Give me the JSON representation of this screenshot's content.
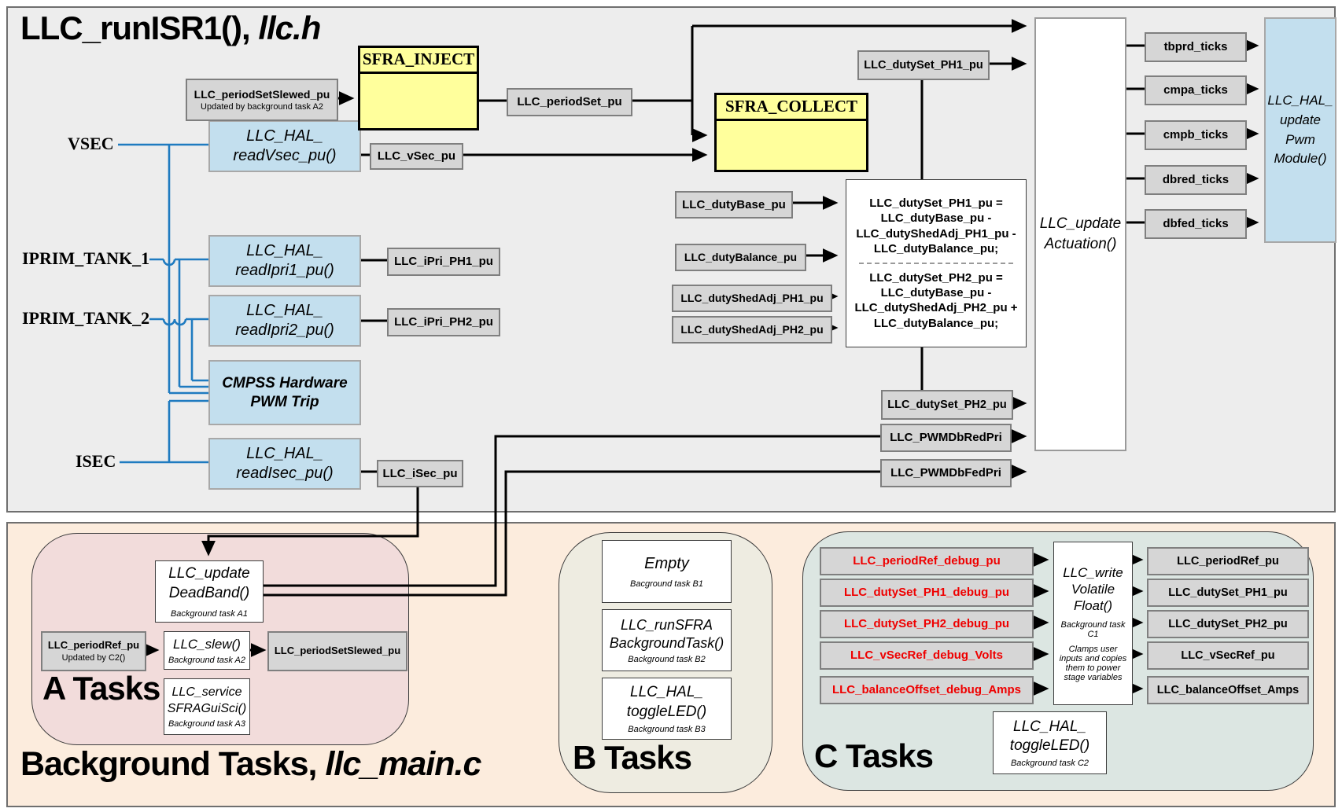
{
  "colors": {
    "wire_blue": "#1f7bc0",
    "wire_black": "#000000",
    "debug_red": "#ef0000",
    "section_top_bg": "#ededed",
    "section_bottom_bg": "#fcecdd",
    "box_blue": "#c3dfee",
    "box_gray": "#d6d6d6",
    "box_yellow": "#ffff9c",
    "tasks_a_bg": "#f2dcdb",
    "tasks_b_bg": "#eeece1",
    "tasks_c_bg": "#dce6e2"
  },
  "isr": {
    "title_main": "LLC_runISR1(), ",
    "title_file": "llc.h",
    "signals": {
      "vsec": "VSEC",
      "iprim_tank_1": "IPRIM_TANK_1",
      "iprim_tank_2": "IPRIM_TANK_2",
      "isec": "ISEC"
    },
    "blocks": {
      "read_vsec": {
        "line1": "LLC_HAL_",
        "line2": "readVsec_pu()"
      },
      "read_ipri1": {
        "line1": "LLC_HAL_",
        "line2": "readIpri1_pu()"
      },
      "read_ipri2": {
        "line1": "LLC_HAL_",
        "line2": "readIpri2_pu()"
      },
      "cmpss": {
        "line1": "CMPSS Hardware",
        "line2": "PWM Trip"
      },
      "read_isec": {
        "line1": "LLC_HAL_",
        "line2": "readIsec_pu()"
      },
      "sfra_inject": "SFRA_INJECT",
      "sfra_collect": "SFRA_COLLECT",
      "update_actuation": {
        "line1": "LLC_update",
        "line2": "Actuation()"
      },
      "update_pwm": {
        "line1": "LLC_HAL_",
        "line2": "update",
        "line3": "Pwm",
        "line4": "Module()"
      }
    },
    "vars": {
      "period_set_slewed": {
        "label": "LLC_periodSetSlewed_pu",
        "note": "Updated by background task A2"
      },
      "vsec_pu": "LLC_vSec_pu",
      "period_set": "LLC_periodSet_pu",
      "ipri_ph1": "LLC_iPri_PH1_pu",
      "ipri_ph2": "LLC_iPri_PH2_pu",
      "isec_pu": "LLC_iSec_pu",
      "duty_set_ph1": "LLC_dutySet_PH1_pu",
      "duty_base": "LLC_dutyBase_pu",
      "duty_balance": "LLC_dutyBalance_pu",
      "duty_shed_ph1": "LLC_dutyShedAdj_PH1_pu",
      "duty_shed_ph2": "LLC_dutyShedAdj_PH2_pu",
      "duty_set_ph2": "LLC_dutySet_PH2_pu",
      "pwm_db_red": "LLC_PWMDbRedPri",
      "pwm_db_fed": "LLC_PWMDbFedPri",
      "ticks": [
        "tbprd_ticks",
        "cmpa_ticks",
        "cmpb_ticks",
        "dbred_ticks",
        "dbfed_ticks"
      ]
    },
    "equations": {
      "ph1": [
        "LLC_dutySet_PH1_pu =",
        "LLC_dutyBase_pu -",
        "LLC_dutyShedAdj_PH1_pu -",
        "LLC_dutyBalance_pu;"
      ],
      "ph2": [
        "LLC_dutySet_PH2_pu =",
        "LLC_dutyBase_pu -",
        "LLC_dutyShedAdj_PH2_pu +",
        "LLC_dutyBalance_pu;"
      ]
    }
  },
  "background": {
    "title_main": "Background Tasks, ",
    "title_file": "llc_main.c",
    "a": {
      "label": "A Tasks",
      "update_deadband": {
        "line1": "LLC_update",
        "line2": "DeadBand()",
        "note": "Background task A1"
      },
      "period_ref": {
        "label": "LLC_periodRef_pu",
        "note": "Updated by C2()"
      },
      "slew": {
        "line1": "LLC_slew()",
        "note": "Background task A2"
      },
      "period_set_slewed": "LLC_periodSetSlewed_pu",
      "service_sfra": {
        "line1": "LLC_service",
        "line2": "SFRAGuiSci()",
        "note": "Background task A3"
      }
    },
    "b": {
      "label": "B Tasks",
      "empty": {
        "line1": "Empty",
        "note": "Bacground task B1"
      },
      "run_sfra": {
        "line1": "LLC_runSFRA",
        "line2": "BackgroundTask()",
        "note": "Background task B2"
      },
      "toggle_led": {
        "line1": "LLC_HAL_",
        "line2": "toggleLED()",
        "note": "Background task B3"
      }
    },
    "c": {
      "label": "C Tasks",
      "inputs": [
        "LLC_periodRef_debug_pu",
        "LLC_dutySet_PH1_debug_pu",
        "LLC_dutySet_PH2_debug_pu",
        "LLC_vSecRef_debug_Volts",
        "LLC_balanceOffset_debug_Amps"
      ],
      "write_volatile": {
        "line1": "LLC_write",
        "line2": "Volatile",
        "line3": "Float()",
        "note1": "Background task C1",
        "note2": "Clamps user inputs and copies them to power stage variables"
      },
      "outputs": [
        "LLC_periodRef_pu",
        "LLC_dutySet_PH1_pu",
        "LLC_dutySet_PH2_pu",
        "LLC_vSecRef_pu",
        "LLC_balanceOffset_Amps"
      ],
      "toggle_led": {
        "line1": "LLC_HAL_",
        "line2": "toggleLED()",
        "note": "Background task C2"
      }
    }
  }
}
